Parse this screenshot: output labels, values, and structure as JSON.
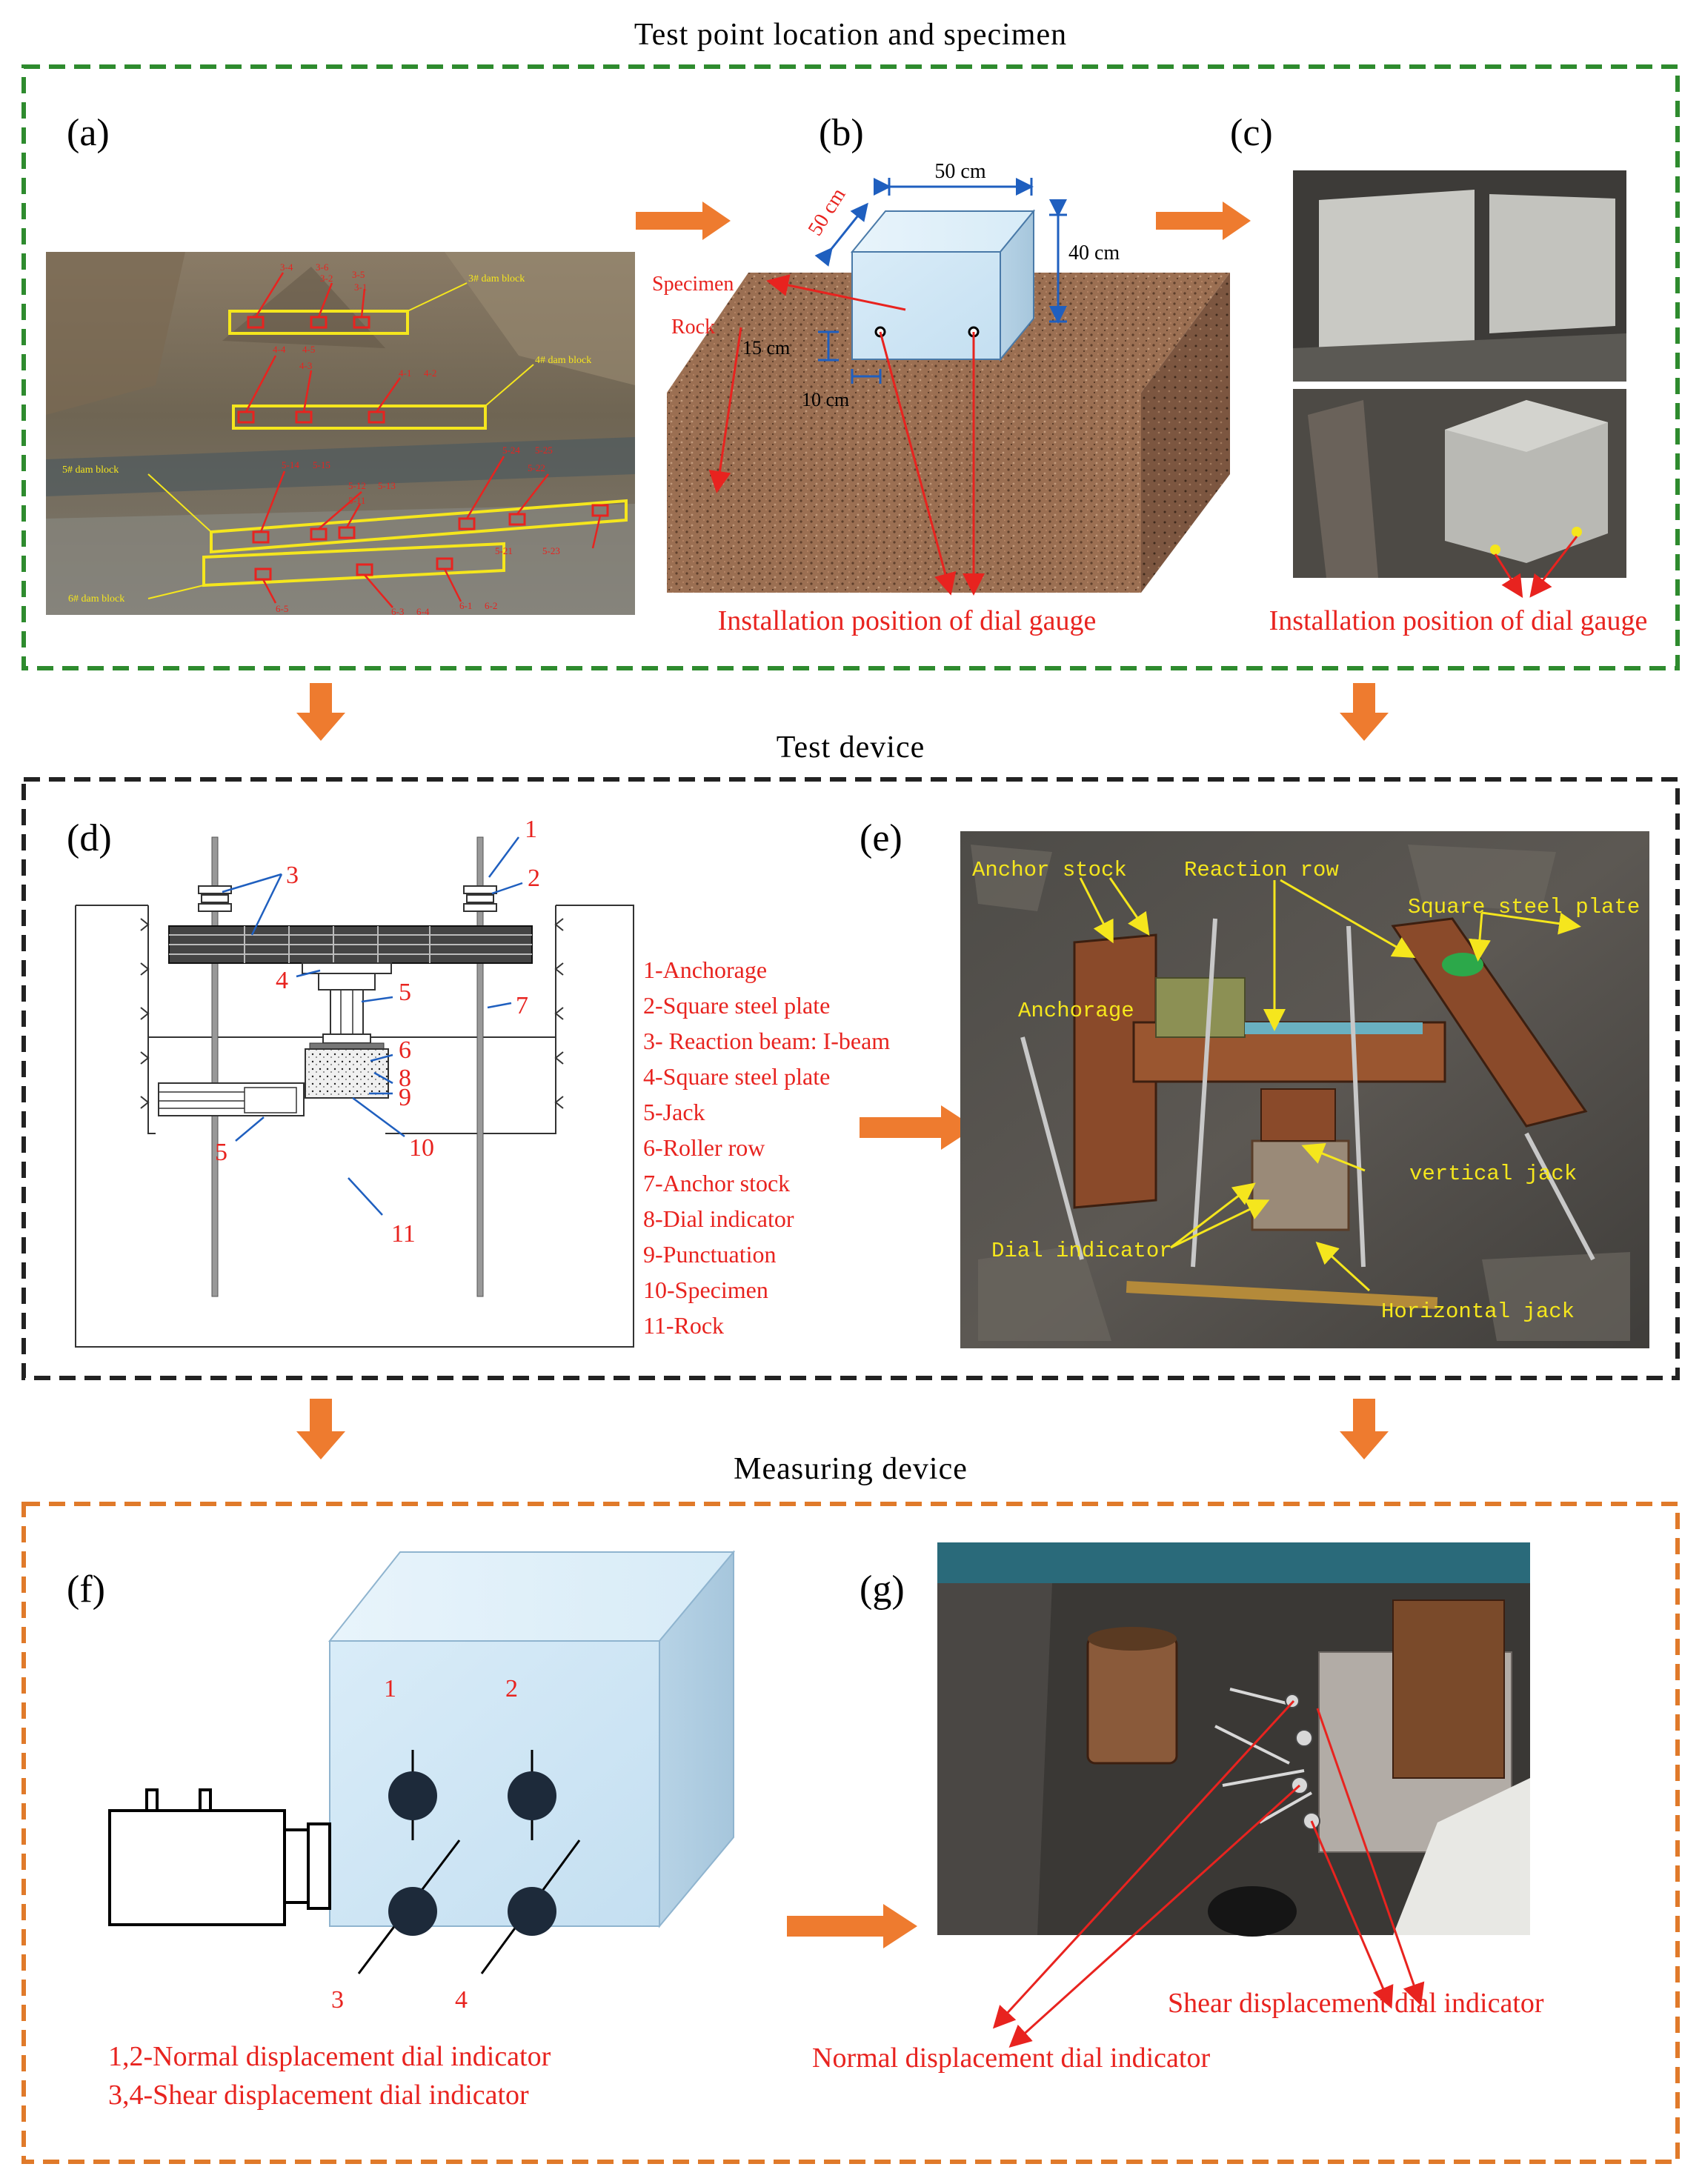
{
  "sections": {
    "top": {
      "title": "Test point location and specimen",
      "color": "#2e8b2e"
    },
    "middle": {
      "title": "Test device",
      "color": "#222222"
    },
    "bottom": {
      "title": "Measuring device",
      "color": "#e07a2a"
    }
  },
  "panel_labels": {
    "a": "(a)",
    "b": "(b)",
    "c": "(c)",
    "d": "(d)",
    "e": "(e)",
    "f": "(f)",
    "g": "(g)"
  },
  "panel_a": {
    "blocks": [
      "3# dam block",
      "4# dam block",
      "5# dam block",
      "6# dam block"
    ],
    "points": [
      "3-4",
      "3-6",
      "3-5",
      "3-2",
      "3-1",
      "4-4",
      "4-5",
      "4-3",
      "4-1",
      "4-2",
      "5-14",
      "5-15",
      "5-12",
      "5-13",
      "5-11",
      "5-24",
      "5-25",
      "5-22",
      "5-21",
      "5-23",
      "6-5",
      "6-3",
      "6-4",
      "6-1",
      "6-2"
    ]
  },
  "panel_b": {
    "dim_width": "50 cm",
    "dim_depth": "50 cm",
    "dim_height": "40 cm",
    "dim_offset_v": "15 cm",
    "dim_offset_h": "10 cm",
    "specimen": "Specimen",
    "rock": "Rock",
    "caption": "Installation position of dial gauge"
  },
  "panel_c": {
    "caption": "Installation position of dial gauge"
  },
  "panel_d": {
    "legend": [
      "1-Anchorage",
      "2-Square steel plate",
      "3- Reaction beam: I-beam",
      "4-Square steel plate",
      "5-Jack",
      "6-Roller row",
      "7-Anchor stock",
      "8-Dial indicator",
      "9-Punctuation",
      "10-Specimen",
      "11-Rock"
    ],
    "callouts": [
      "1",
      "2",
      "3",
      "4",
      "5",
      "6",
      "7",
      "8",
      "9",
      "10",
      "11",
      "5"
    ]
  },
  "panel_e": {
    "labels": [
      "Anchor stock",
      "Reaction row",
      "Square steel plate",
      "Anchorage",
      "vertical jack",
      "Dial indicator",
      "Horizontal jack"
    ]
  },
  "panel_f": {
    "numbers": [
      "1",
      "2",
      "3",
      "4"
    ],
    "legend": [
      "1,2-Normal displacement dial indicator",
      "3,4-Shear displacement dial indicator"
    ]
  },
  "panel_g": {
    "shear": "Shear displacement dial indicator",
    "normal": "Normal displacement dial indicator"
  },
  "colors": {
    "label_red": "#e8231f",
    "dim_blue": "#1f5fbf",
    "arrow_orange": "#ee7b2f",
    "photo_yellow": "#f5e61d"
  }
}
